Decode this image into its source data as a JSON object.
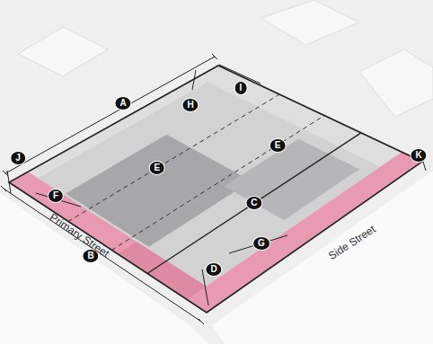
{
  "diagram": {
    "labels": [
      "A",
      "H",
      "I",
      "J",
      "K",
      "F",
      "E",
      "C",
      "E",
      "G",
      "B",
      "D",
      "Primary Street",
      "Side Street"
    ]
  }
}
